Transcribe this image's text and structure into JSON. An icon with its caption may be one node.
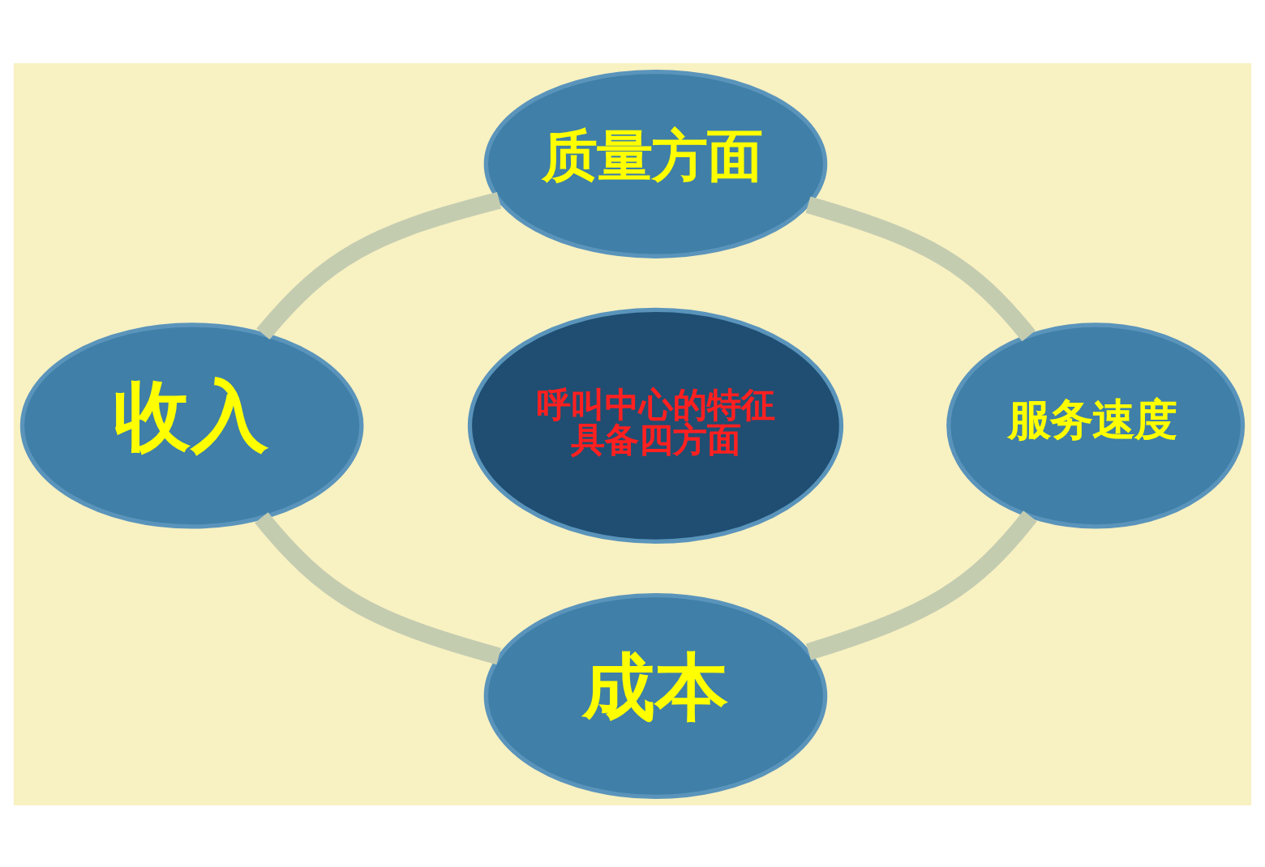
{
  "diagram": {
    "nodes": [
      {
        "text": [
          "质量方面"
        ]
      },
      {
        "text": [
          "收入"
        ]
      },
      {
        "text": [
          "呼叫中心的特征具备四方面"
        ]
      },
      {
        "text": [
          "服务速度"
        ]
      },
      {
        "text": [
          "成本"
        ]
      }
    ],
    "edges": [
      {
        "from": 0,
        "to": 3,
        "arrow": "none"
      },
      {
        "from": 3,
        "to": 4,
        "arrow": "none"
      },
      {
        "from": 1,
        "to": 4,
        "arrow": "none"
      },
      {
        "from": 0,
        "to": 1,
        "arrow": "none"
      }
    ]
  }
}
